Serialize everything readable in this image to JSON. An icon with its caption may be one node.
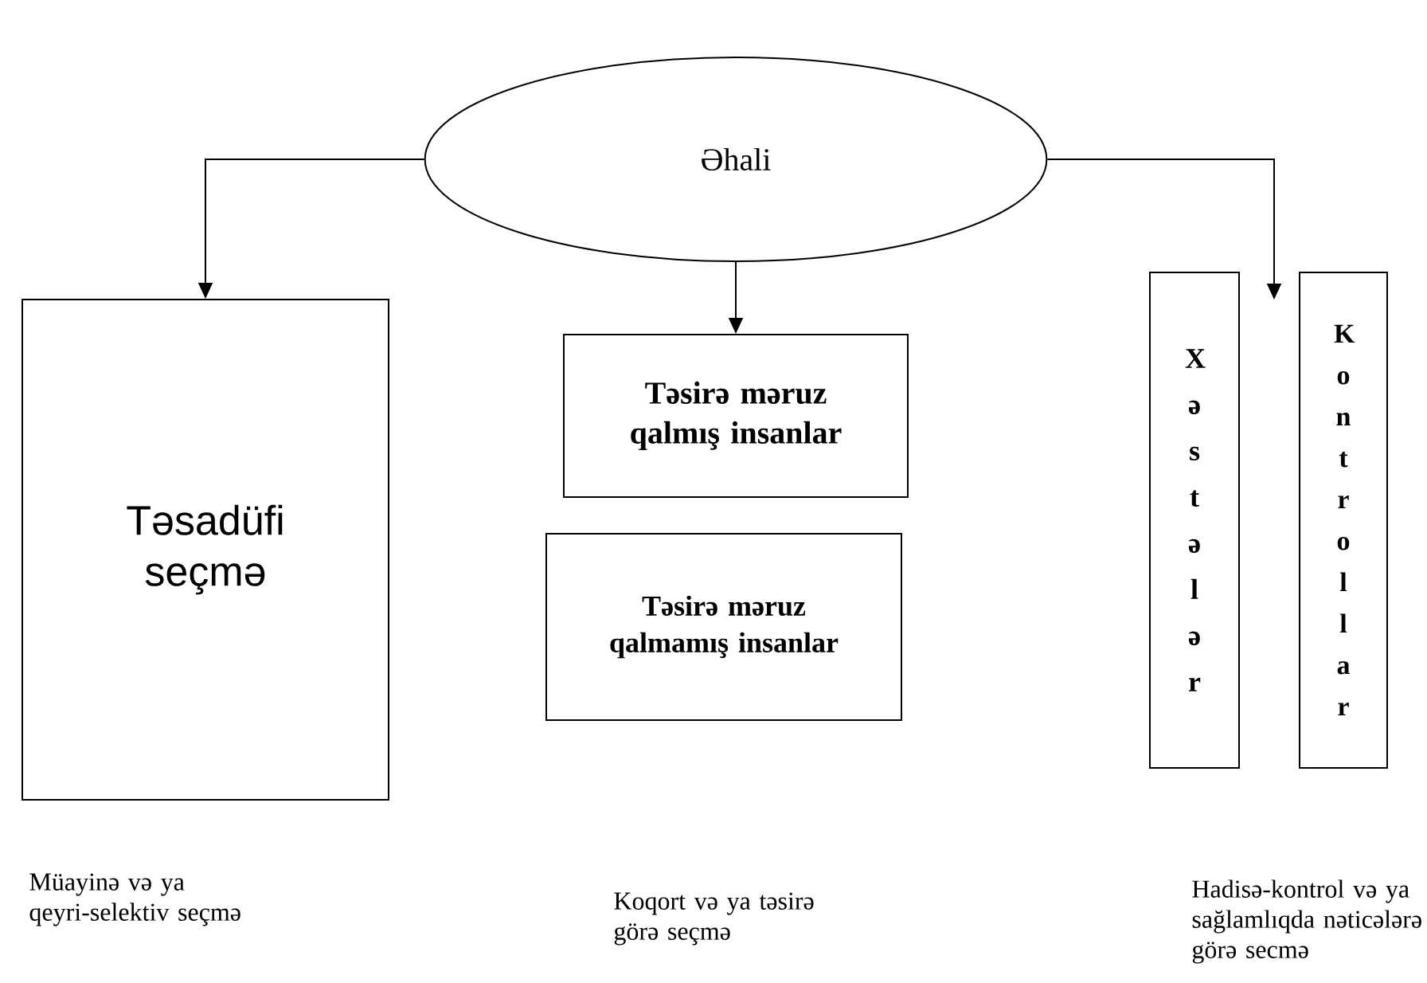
{
  "diagram": {
    "nodes": [
      {
        "text": [
          "Əhali"
        ]
      },
      {
        "text": [
          "Təsadüfi seçmə"
        ]
      },
      {
        "text": [
          "Təsirə məruz qalmış insanlar"
        ]
      },
      {
        "text": [
          "Təsirə məruz qalmamış insanlar"
        ]
      },
      {
        "text": [
          "Xəstələr"
        ]
      },
      {
        "text": [
          "Kontrollar"
        ]
      }
    ],
    "edges": [
      {
        "from": 0,
        "to": 1,
        "arrow": "to"
      },
      {
        "from": 0,
        "to": 2,
        "arrow": "to"
      },
      {
        "from": 0,
        "to": null,
        "arrow": "to"
      }
    ],
    "labels": [
      "Müayinə və ya qeyri-selektiv seçmə",
      "Koqort və ya təsirə görə seçmə",
      "Hadisə-kontrol və ya sağlamlıqda nəticələrə görə secmə"
    ]
  }
}
